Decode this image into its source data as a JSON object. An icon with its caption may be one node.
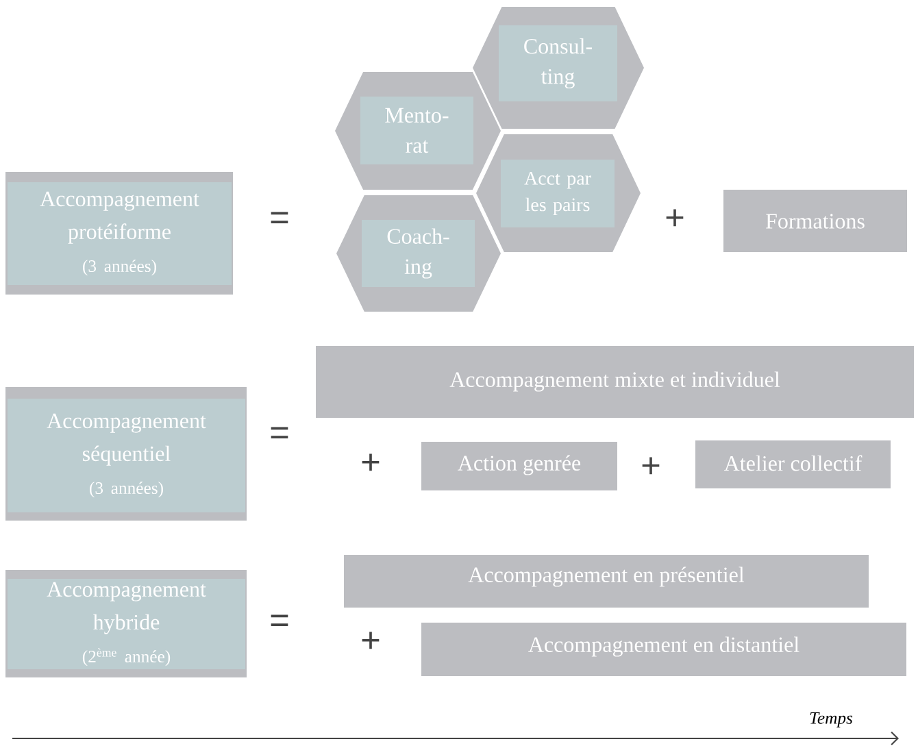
{
  "diagram": {
    "nodes": [
      {
        "text": [
          "Accompagnement protéiforme",
          "(3 années)"
        ]
      },
      {
        "text": [
          "Consul- ting"
        ]
      },
      {
        "text": [
          "Mento- rat"
        ]
      },
      {
        "text": [
          "Acct par les pairs"
        ]
      },
      {
        "text": [
          "Coach- ing"
        ]
      },
      {
        "text": [
          "Formations"
        ]
      },
      {
        "text": [
          "Accompagnement séquentiel",
          "(3 années)"
        ]
      },
      {
        "text": [
          "Accompagnement mixte et individuel"
        ]
      },
      {
        "text": [
          "Action genrée"
        ]
      },
      {
        "text": [
          "Atelier collectif"
        ]
      },
      {
        "text": [
          "Accompagnement hybride",
          "(2$^{ème}$ année)"
        ]
      },
      {
        "text": [
          "Accompagnement en présentiel"
        ]
      },
      {
        "text": [
          "Accompagnement en distantiel"
        ]
      }
    ],
    "labels": [
      "=",
      "+",
      "=",
      "+",
      "+",
      "=",
      "+",
      "Temps"
    ]
  }
}
